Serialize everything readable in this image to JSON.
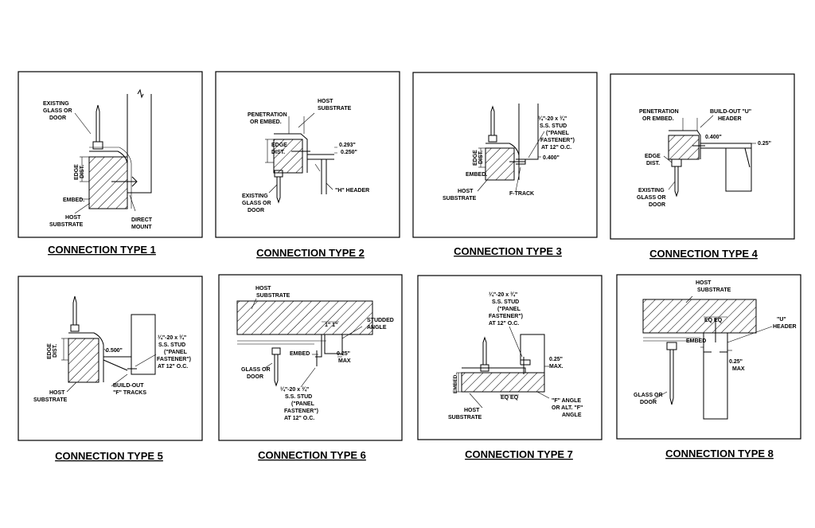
{
  "panels": [
    {
      "id": 1,
      "caption": "CONNECTION TYPE 1",
      "labels": {
        "glass": [
          "EXISTING",
          "GLASS OR",
          "DOOR"
        ],
        "edge": [
          "EDGE",
          "DIST."
        ],
        "embed": "EMBED.",
        "host": [
          "HOST",
          "SUBSTRATE"
        ],
        "mount": [
          "DIRECT",
          "MOUNT"
        ]
      }
    },
    {
      "id": 2,
      "caption": "CONNECTION TYPE 2",
      "labels": {
        "pen": [
          "PENETRATION",
          "OR EMBED."
        ],
        "host": [
          "HOST",
          "SUBSTRATE"
        ],
        "edge": [
          "EDGE",
          "DIST."
        ],
        "dim1": "0.293\"",
        "dim2": "0.250\"",
        "glass": [
          "EXISTING",
          "GLASS OR",
          "DOOR"
        ],
        "header": "\"H\" HEADER"
      }
    },
    {
      "id": 3,
      "caption": "CONNECTION TYPE 3",
      "labels": {
        "stud": [
          "¼\"-20 x ¾\"",
          "S.S. STUD",
          "(\"PANEL",
          "FASTENER\")",
          "AT 12\" O.C."
        ],
        "edge": [
          "EDGE",
          "DIST."
        ],
        "dim": "0.400\"",
        "embed": "EMBED.",
        "host": [
          "HOST",
          "SUBSTRATE"
        ],
        "track": "F-TRACK"
      }
    },
    {
      "id": 4,
      "caption": "CONNECTION TYPE 4",
      "labels": {
        "pen": [
          "PENETRATION",
          "OR EMBED."
        ],
        "header": [
          "BUILD-OUT \"U\"",
          "HEADER"
        ],
        "dim1": "0.400\"",
        "dim2": "0.25\"",
        "edge": [
          "EDGE",
          "DIST."
        ],
        "glass": [
          "EXISTING",
          "GLASS OR",
          "DOOR"
        ]
      }
    },
    {
      "id": 5,
      "caption": "CONNECTION TYPE 5",
      "labels": {
        "edge": [
          "EDGE",
          "DIST."
        ],
        "dim": "0.500\"",
        "stud": [
          "¼\"-20 x ¾\"",
          "S.S. STUD",
          "(\"PANEL",
          "FASTENER\")",
          "AT 12\" O.C."
        ],
        "tracks": [
          "BUILD-OUT",
          "\"F\" TRACKS"
        ],
        "host": [
          "HOST",
          "SUBSTRATE"
        ]
      }
    },
    {
      "id": 6,
      "caption": "CONNECTION TYPE 6",
      "labels": {
        "host": [
          "HOST",
          "SUBSTRATE"
        ],
        "dims": "1\"  1\"",
        "angle": [
          "STUDDED",
          "ANGLE"
        ],
        "embed": "EMBED",
        "max": [
          "0.25\"",
          "MAX"
        ],
        "glass": [
          "GLASS OR",
          "DOOR"
        ],
        "stud": [
          "¼\"-20 x ¾\"",
          "S.S. STUD",
          "(\"PANEL",
          "FASTENER\")",
          "AT 12\" O.C."
        ]
      }
    },
    {
      "id": 7,
      "caption": "CONNECTION TYPE 7",
      "labels": {
        "stud": [
          "¼\"-20 x ¾\"",
          "S.S. STUD",
          "(\"PANEL",
          "FASTENER\")",
          "AT 12\" O.C."
        ],
        "max": [
          "0.25\"",
          "MAX."
        ],
        "embed": "EMBED.",
        "eq": "EQ   EQ",
        "host": [
          "HOST",
          "SUBSTRATE"
        ],
        "angle": [
          "\"F\" ANGLE",
          "OR ALT. \"F\"",
          "ANGLE"
        ]
      }
    },
    {
      "id": 8,
      "caption": "CONNECTION TYPE 8",
      "labels": {
        "host": [
          "HOST",
          "SUBSTRATE"
        ],
        "eq": "EQ EQ",
        "header": [
          "\"U\"",
          "HEADER"
        ],
        "embed": "EMBED",
        "max": [
          "0.25\"",
          "MAX"
        ],
        "glass": [
          "GLASS OR",
          "DOOR"
        ]
      }
    }
  ]
}
